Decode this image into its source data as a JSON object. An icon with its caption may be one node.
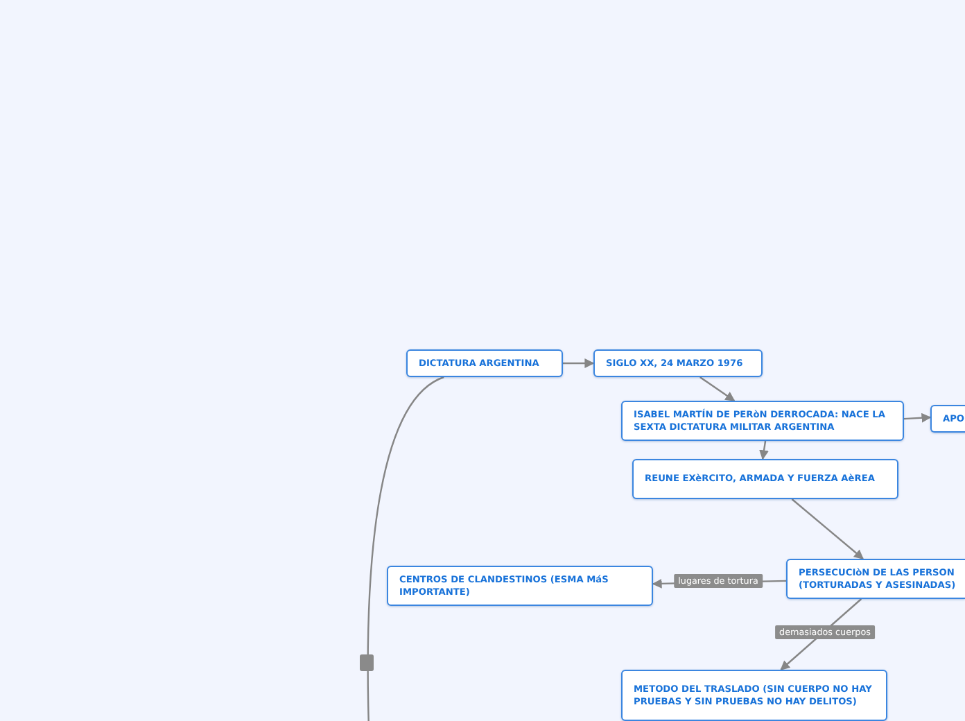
{
  "diagram": {
    "nodes": [
      {
        "text": [
          "DICTATURA ARGENTINA"
        ]
      },
      {
        "text": [
          "SIGLO XX, 24 MARZO 1976"
        ]
      },
      {
        "text": [
          "ISABEL MARTÍN DE PERòN DERROCADA: NACE LA SEXTA DICTATURA MILITAR ARGENTINA"
        ]
      },
      {
        "text": [
          "APO"
        ]
      },
      {
        "text": [
          "REUNE EXèRCITO, ARMADA Y FUERZA AèREA"
        ]
      },
      {
        "text": [
          "PERSECUCIòN DE LAS PERSON (TORTURADAS Y ASESINADAS)"
        ]
      },
      {
        "text": [
          "CENTROS DE CLANDESTINOS (ESMA MáS IMPORTANTE)"
        ]
      },
      {
        "text": [
          "METODO DEL TRASLADO (SIN CUERPO NO HAY PRUEBAS Y SIN PRUEBAS NO HAY DELITOS)"
        ]
      }
    ],
    "edges": [
      {
        "from": 0,
        "to": 1,
        "arrow": "to"
      },
      {
        "from": 1,
        "to": 2,
        "arrow": "to"
      },
      {
        "from": 2,
        "to": 3,
        "arrow": "to"
      },
      {
        "from": 2,
        "to": 4,
        "arrow": "to"
      },
      {
        "from": 4,
        "to": 5,
        "arrow": "to"
      },
      {
        "from": 5,
        "to": 6,
        "arrow": "to",
        "label": "lugares de tortura"
      },
      {
        "from": 5,
        "to": 7,
        "arrow": "to",
        "label": "demasiados cuerpos"
      },
      {
        "from": 0,
        "to": null,
        "arrow": "none"
      }
    ]
  }
}
